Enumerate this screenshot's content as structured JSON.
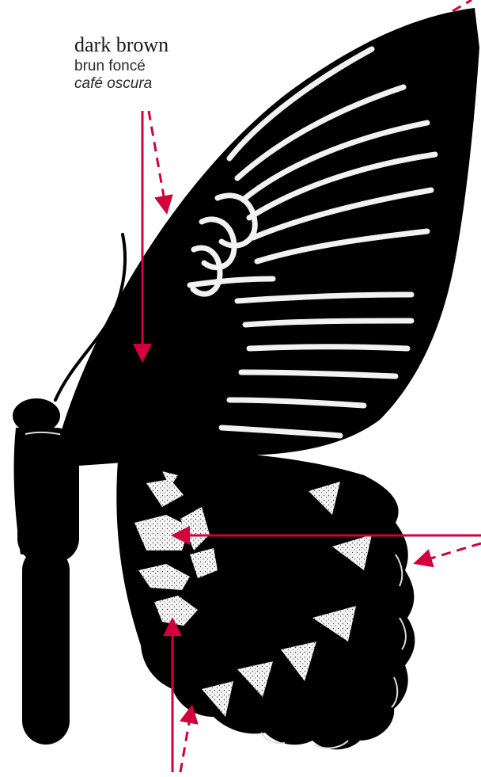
{
  "label": {
    "english": "dark brown",
    "french": "brun foncé",
    "spanish": "café oscura"
  },
  "colors": {
    "wing": "#000000",
    "spots": "#f2f2f2",
    "arrow": "#d2003c",
    "background": "#ffffff"
  }
}
